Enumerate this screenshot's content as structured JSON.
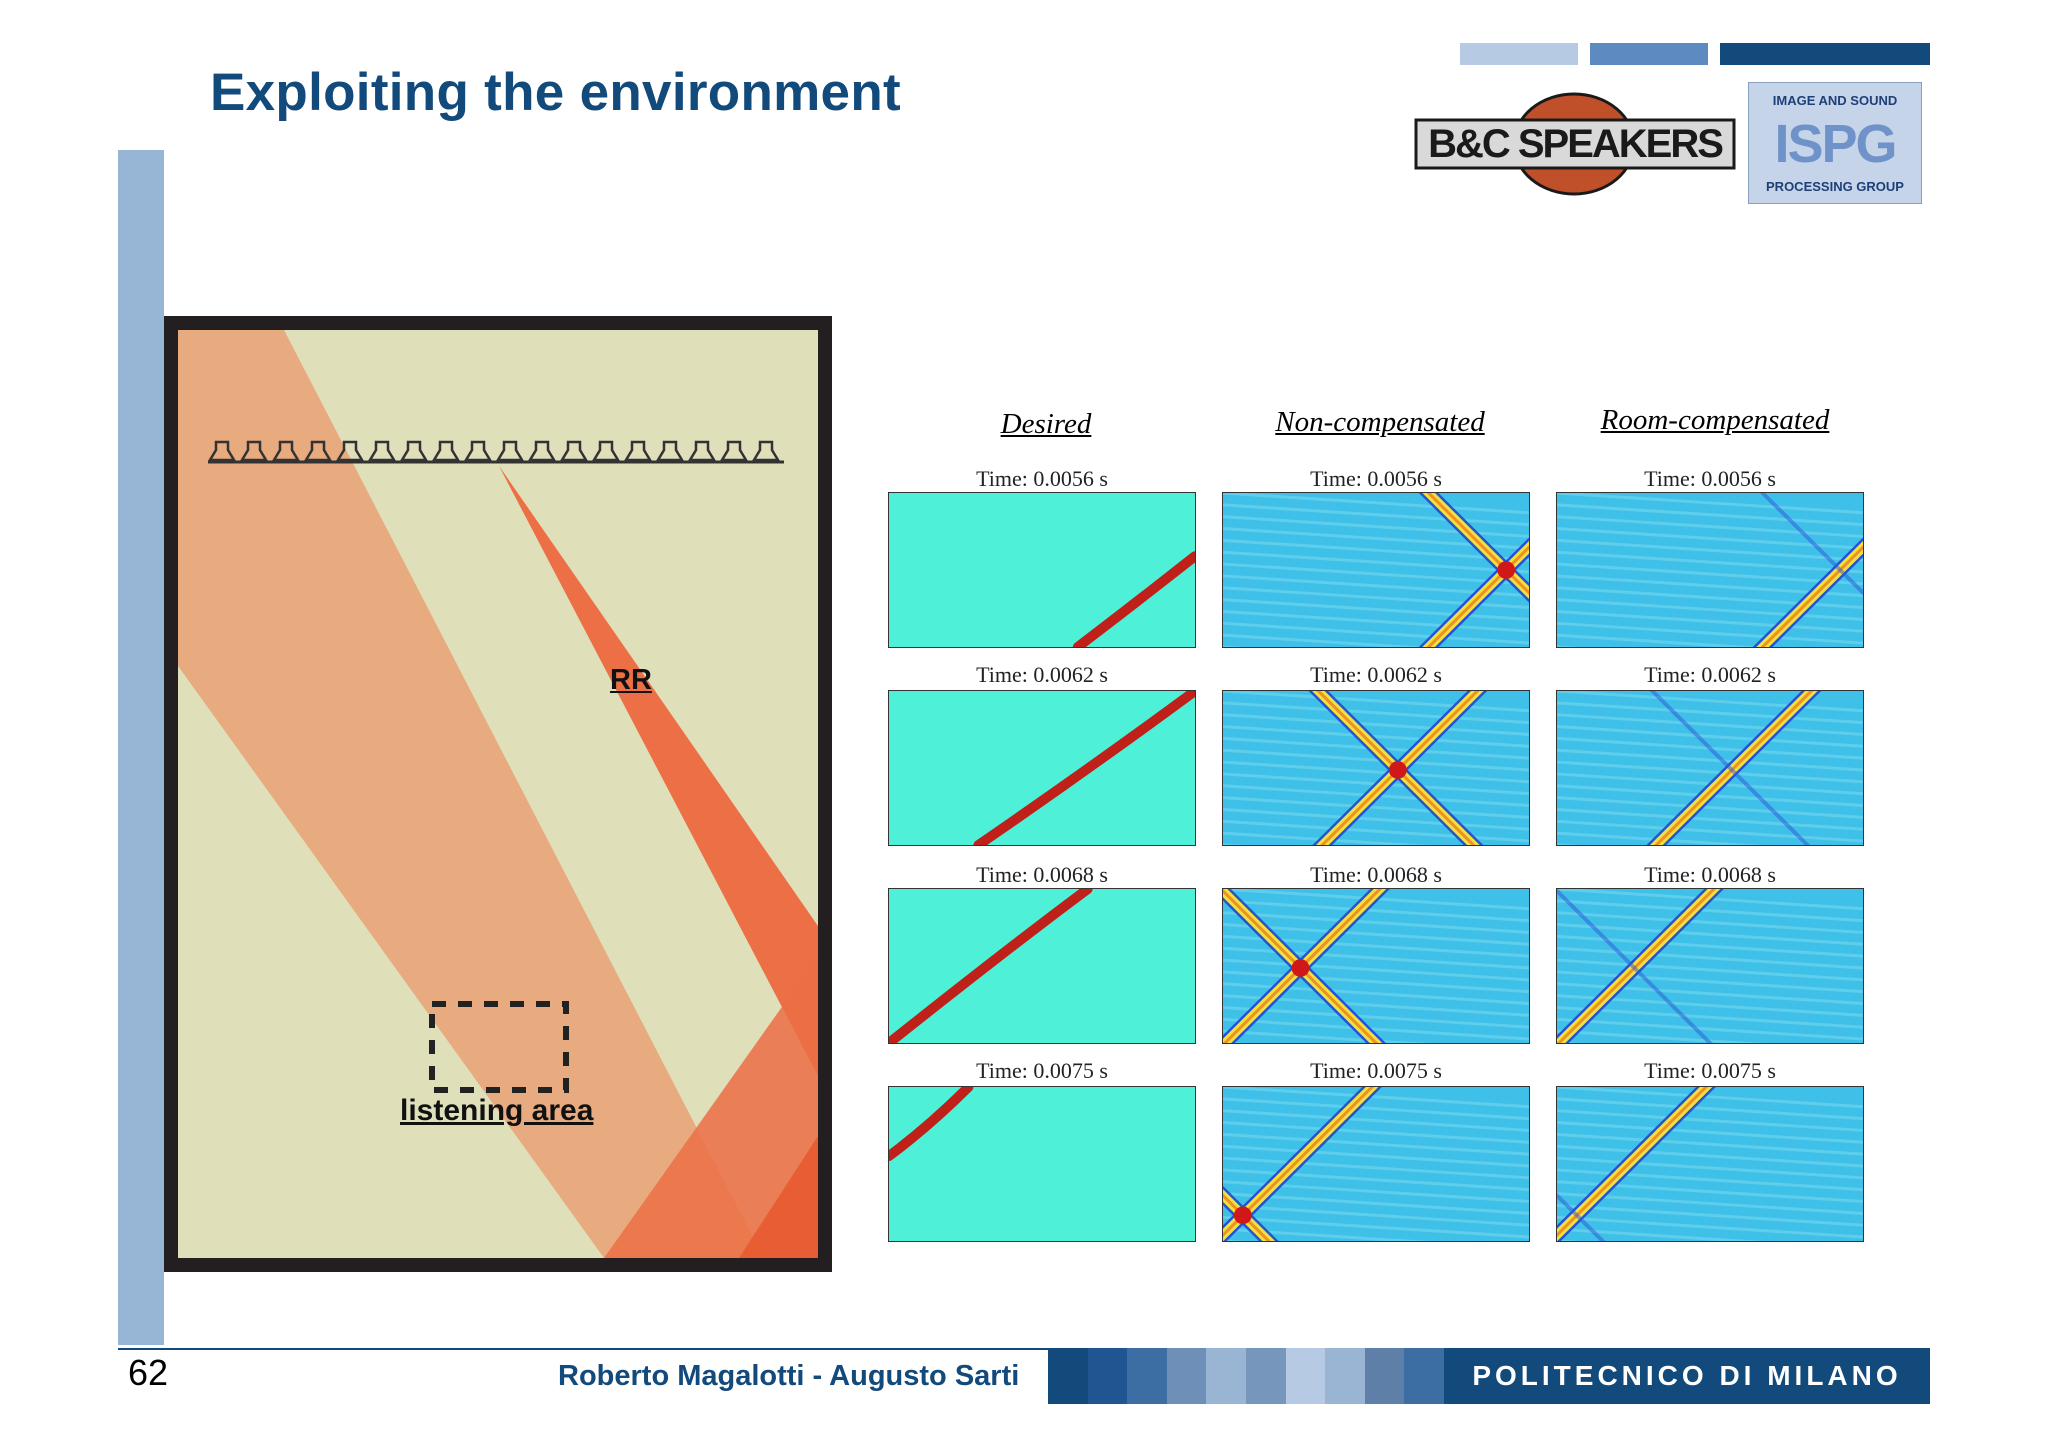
{
  "slide": {
    "title": "Exploiting the environment",
    "page_number": "62",
    "authors": "Roberto Magalotti - Augusto Sarti",
    "institution": "POLITECNICO DI MILANO"
  },
  "logos": {
    "bc": "B&C SPEAKERS",
    "ispg_top": "IMAGE AND SOUND",
    "ispg_main": "ISPG",
    "ispg_bottom": "PROCESSING GROUP"
  },
  "room_diagram": {
    "rr_label": "RR",
    "listening_label": "listening area",
    "speaker_count": 18,
    "colors": {
      "wall": "#231f20",
      "floor": "#dfdfba",
      "beam": "#e8ab80",
      "reflection": "#ec6f45"
    }
  },
  "columns": [
    "Desired",
    "Non-compensated",
    "Room-compensated"
  ],
  "rows": [
    {
      "time": "Time: 0.0056 s"
    },
    {
      "time": "Time: 0.0062 s"
    },
    {
      "time": "Time: 0.0068 s"
    },
    {
      "time": "Time: 0.0075 s"
    }
  ],
  "colors": {
    "accent": "#124a7c",
    "sidebar": "#97b6d6",
    "field_bg": "#4ff0d8",
    "wave": "#c0201a"
  }
}
